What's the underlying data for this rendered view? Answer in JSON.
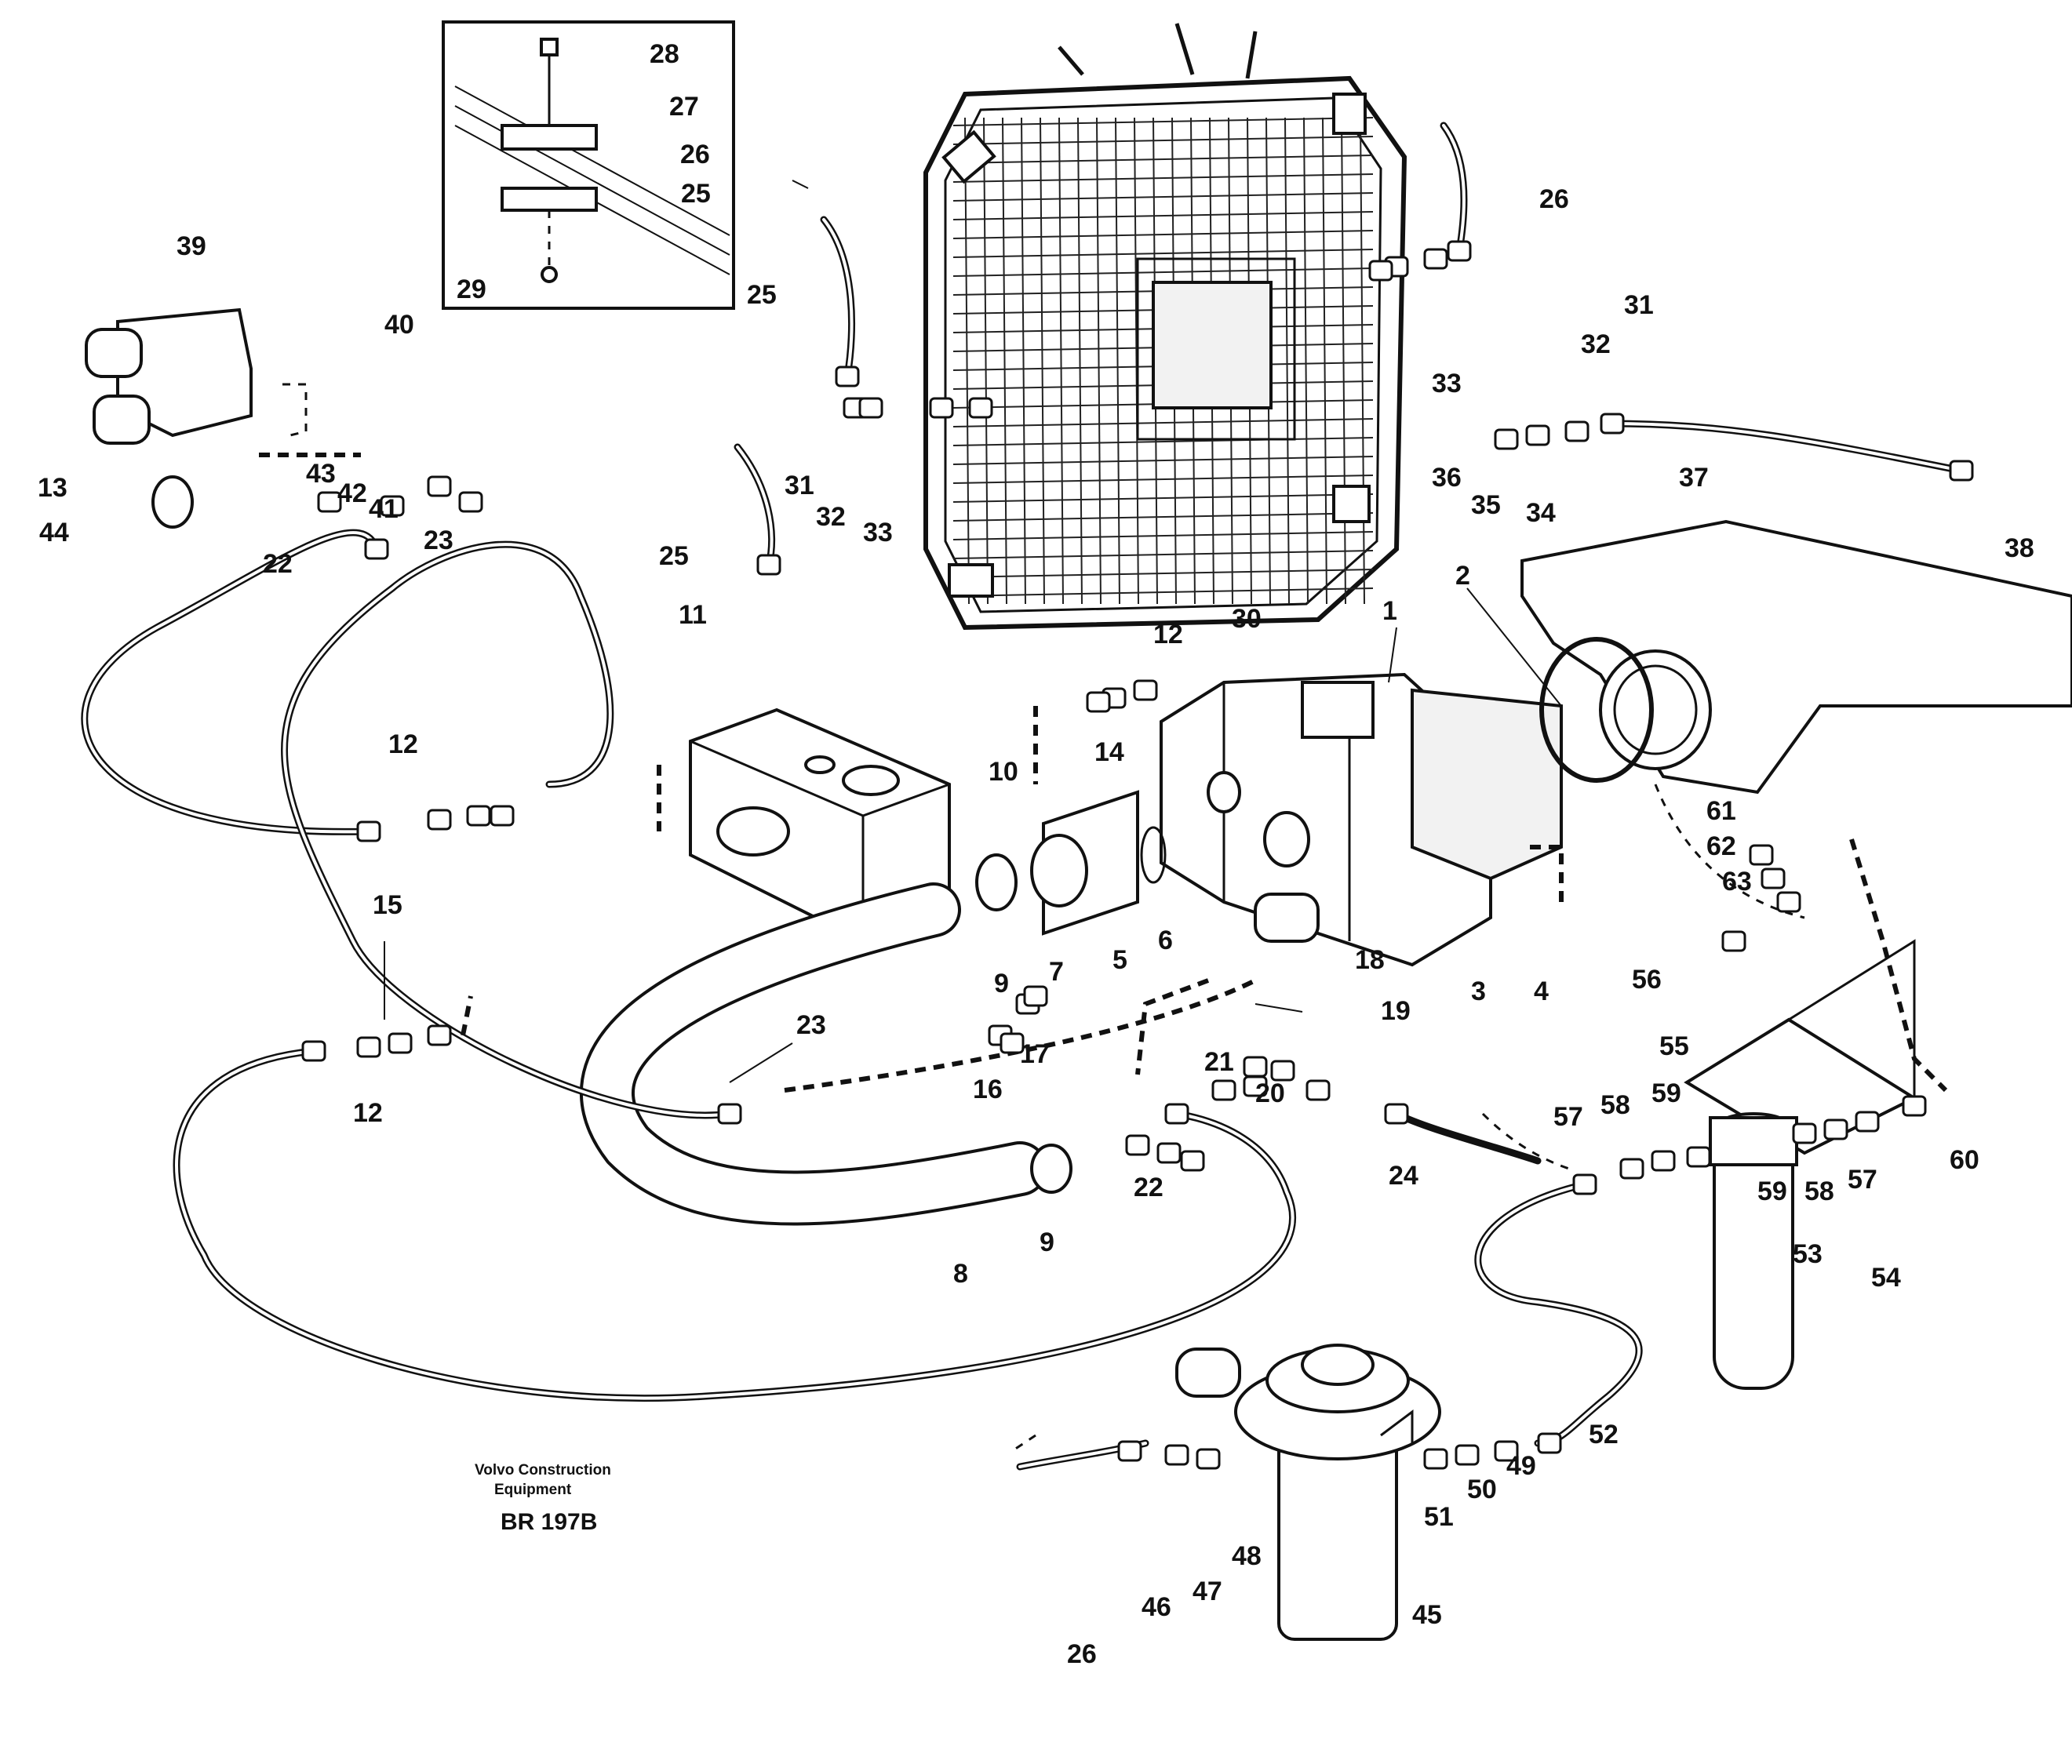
{
  "labels": {
    "l1": "1",
    "l2": "2",
    "l3": "3",
    "l4": "4",
    "l5": "5",
    "l6": "6",
    "l7": "7",
    "l8": "8",
    "l9a": "9",
    "l9b": "9",
    "l10": "10",
    "l11": "11",
    "l12a": "12",
    "l12b": "12",
    "l12c": "12",
    "l13": "13",
    "l14": "14",
    "l15": "15",
    "l16": "16",
    "l17": "17",
    "l18": "18",
    "l19": "19",
    "l20": "20",
    "l21": "21",
    "l22a": "22",
    "l22b": "22",
    "l23a": "23",
    "l23b": "23",
    "l24": "24",
    "l25a": "25",
    "l25b": "25",
    "l25c": "25",
    "l26a": "26",
    "l26b": "26",
    "l26c": "26",
    "l27": "27",
    "l28": "28",
    "l29": "29",
    "l30": "30",
    "l31a": "31",
    "l31b": "31",
    "l32a": "32",
    "l32b": "32",
    "l33a": "33",
    "l33b": "33",
    "l34": "34",
    "l35": "35",
    "l36": "36",
    "l37": "37",
    "l38": "38",
    "l39": "39",
    "l40": "40",
    "l41": "41",
    "l42": "42",
    "l43": "43",
    "l44": "44",
    "l45": "45",
    "l46": "46",
    "l47": "47",
    "l48": "48",
    "l49": "49",
    "l50": "50",
    "l51": "51",
    "l52": "52",
    "l53": "53",
    "l54": "54",
    "l55": "55",
    "l56": "56",
    "l57a": "57",
    "l57b": "57",
    "l58a": "58",
    "l58b": "58",
    "l59a": "59",
    "l59b": "59",
    "l60": "60",
    "l61": "61",
    "l62": "62",
    "l63": "63"
  },
  "footer": {
    "company_line1": "Volvo Construction",
    "company_line2": "Equipment",
    "drawing_code": "BR 197B"
  }
}
